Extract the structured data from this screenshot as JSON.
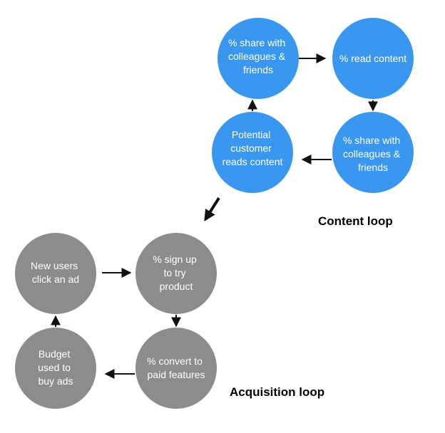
{
  "colors": {
    "content_node": "#3A97F0",
    "acquisition_node": "#8C8C8C",
    "arrow": "#111111",
    "node_text": "#FFFFFF",
    "label_text": "#000000"
  },
  "content_loop": {
    "label": "Content loop",
    "nodes": [
      {
        "lines": [
          "% share with",
          "colleagues &",
          "friends"
        ]
      },
      {
        "lines": [
          "% read content"
        ]
      },
      {
        "lines": [
          "% share with",
          "colleagues &",
          "friends"
        ]
      },
      {
        "lines": [
          "Potential",
          "customer",
          "reads content"
        ]
      }
    ]
  },
  "acquisition_loop": {
    "label": "Acquisition loop",
    "nodes": [
      {
        "lines": [
          "New users",
          "click an ad"
        ]
      },
      {
        "lines": [
          "% sign up",
          "to try",
          "product"
        ]
      },
      {
        "lines": [
          "% convert to",
          "paid features"
        ]
      },
      {
        "lines": [
          "Budget",
          "used to",
          "buy ads"
        ]
      }
    ]
  }
}
